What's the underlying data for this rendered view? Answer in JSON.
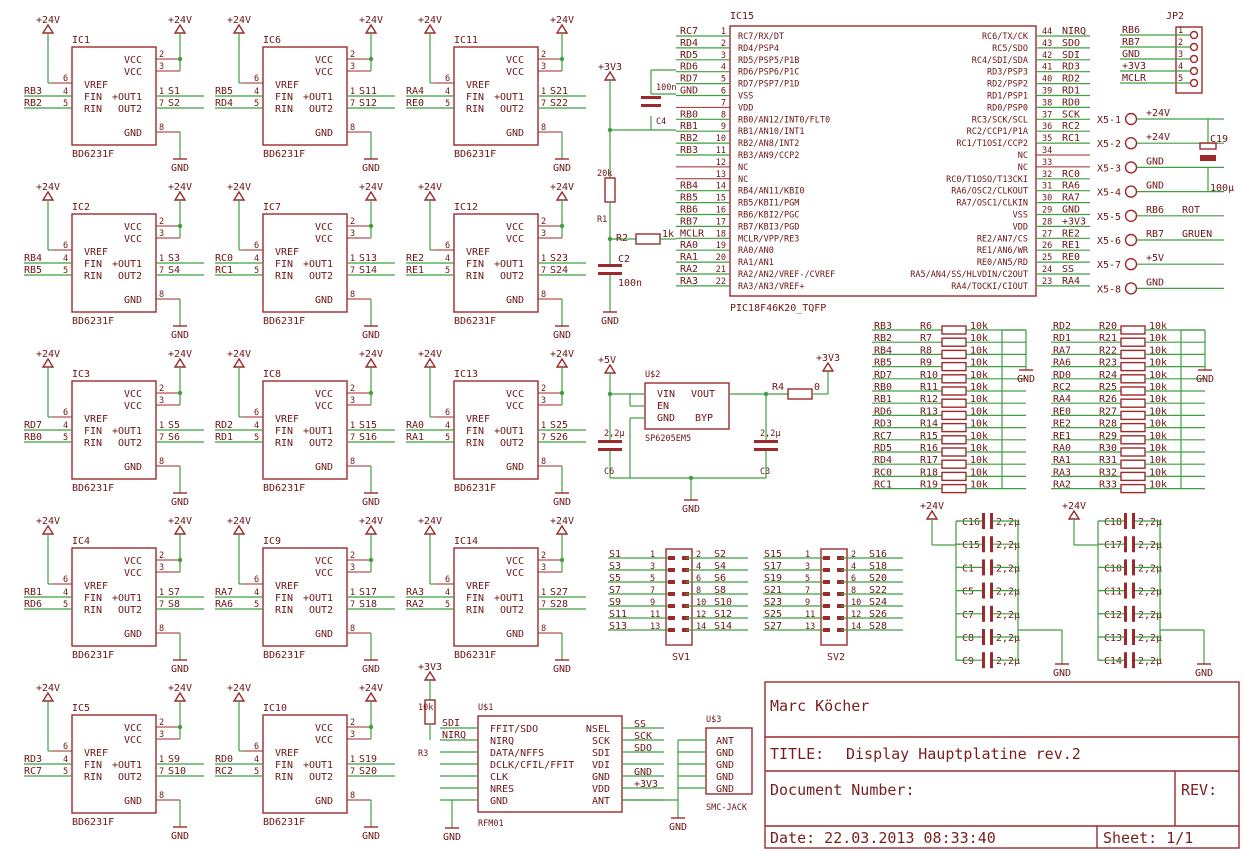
{
  "supply": {
    "p24": "+24V",
    "p3v3": "+3V3",
    "p5": "+5V",
    "gnd": "GND"
  },
  "driver": {
    "part": "BD6231F",
    "pins": {
      "vcc": "VCC",
      "vref": "VREF",
      "fin": "FIN",
      "rin": "RIN",
      "out1": "OUT1",
      "out2": "OUT2",
      "gnd": "GND"
    },
    "pin_numbers": {
      "vcc1": "2",
      "vcc2": "3",
      "vref": "6",
      "fin": "4",
      "rin": "5",
      "out1": "1",
      "out2": "7",
      "gnd": "8"
    },
    "ics": [
      {
        "name": "IC1",
        "in1": "RB3",
        "in2": "RB2",
        "o1": "S1",
        "o2": "S2"
      },
      {
        "name": "IC6",
        "in1": "RB5",
        "in2": "RD4",
        "o1": "S11",
        "o2": "S12"
      },
      {
        "name": "IC11",
        "in1": "RA4",
        "in2": "RE0",
        "o1": "S21",
        "o2": "S22"
      },
      {
        "name": "IC2",
        "in1": "RB4",
        "in2": "RB5",
        "o1": "S3",
        "o2": "S4"
      },
      {
        "name": "IC7",
        "in1": "RC0",
        "in2": "RC1",
        "o1": "S13",
        "o2": "S14"
      },
      {
        "name": "IC12",
        "in1": "RE2",
        "in2": "RE1",
        "o1": "S23",
        "o2": "S24"
      },
      {
        "name": "IC3",
        "in1": "RD7",
        "in2": "RB0",
        "o1": "S5",
        "o2": "S6"
      },
      {
        "name": "IC8",
        "in1": "RD2",
        "in2": "RD1",
        "o1": "S15",
        "o2": "S16"
      },
      {
        "name": "IC13",
        "in1": "RA0",
        "in2": "RA1",
        "o1": "S25",
        "o2": "S26"
      },
      {
        "name": "IC4",
        "in1": "RB1",
        "in2": "RD6",
        "o1": "S7",
        "o2": "S8"
      },
      {
        "name": "IC9",
        "in1": "RA7",
        "in2": "RA6",
        "o1": "S17",
        "o2": "S18"
      },
      {
        "name": "IC14",
        "in1": "RA3",
        "in2": "RA2",
        "o1": "S27",
        "o2": "S28"
      },
      {
        "name": "IC5",
        "in1": "RD3",
        "in2": "RC7",
        "o1": "S9",
        "o2": "S10"
      },
      {
        "name": "IC10",
        "in1": "RD0",
        "in2": "RC2",
        "o1": "S19",
        "o2": "S20"
      }
    ]
  },
  "mcu": {
    "name": "IC15",
    "part": "PIC18F46K20_TQFP",
    "left": [
      {
        "net": "RC7",
        "num": "1",
        "pin": "RC7/RX/DT"
      },
      {
        "net": "RD4",
        "num": "2",
        "pin": "RD4/PSP4"
      },
      {
        "net": "RD5",
        "num": "3",
        "pin": "RD5/PSP5/P1B"
      },
      {
        "net": "RD6",
        "num": "4",
        "pin": "RD6/PSP6/P1C"
      },
      {
        "net": "RD7",
        "num": "5",
        "pin": "RD7/PSP7/P1D"
      },
      {
        "net": "GND",
        "num": "6",
        "pin": "VSS"
      },
      {
        "net": "",
        "num": "7",
        "pin": "VDD"
      },
      {
        "net": "RB0",
        "num": "8",
        "pin": "RB0/AN12/INT0/FLT0"
      },
      {
        "net": "RB1",
        "num": "9",
        "pin": "RB1/AN10/INT1"
      },
      {
        "net": "RB2",
        "num": "10",
        "pin": "RB2/AN8/INT2"
      },
      {
        "net": "RB3",
        "num": "11",
        "pin": "RB3/AN9/CCP2"
      },
      {
        "net": "",
        "num": "12",
        "pin": "NC"
      },
      {
        "net": "",
        "num": "13",
        "pin": "NC"
      },
      {
        "net": "RB4",
        "num": "14",
        "pin": "RB4/AN11/KBI0"
      },
      {
        "net": "RB5",
        "num": "15",
        "pin": "RB5/KBI1/PGM"
      },
      {
        "net": "RB6",
        "num": "16",
        "pin": "RB6/KBI2/PGC"
      },
      {
        "net": "RB7",
        "num": "17",
        "pin": "RB7/KBI3/PGD"
      },
      {
        "net": "MCLR",
        "num": "18",
        "pin": "MCLR/VPP/RE3"
      },
      {
        "net": "RA0",
        "num": "19",
        "pin": "RA0/AN0"
      },
      {
        "net": "RA1",
        "num": "20",
        "pin": "RA1/AN1"
      },
      {
        "net": "RA2",
        "num": "21",
        "pin": "RA2/AN2/VREF-/CVREF"
      },
      {
        "net": "RA3",
        "num": "22",
        "pin": "RA3/AN3/VREF+"
      }
    ],
    "right": [
      {
        "net": "NIRQ",
        "num": "44",
        "pin": "RC6/TX/CK"
      },
      {
        "net": "SDO",
        "num": "43",
        "pin": "RC5/SDO"
      },
      {
        "net": "SDI",
        "num": "42",
        "pin": "RC4/SDI/SDA"
      },
      {
        "net": "RD3",
        "num": "41",
        "pin": "RD3/PSP3"
      },
      {
        "net": "RD2",
        "num": "40",
        "pin": "RD2/PSP2"
      },
      {
        "net": "RD1",
        "num": "39",
        "pin": "RD1/PSP1"
      },
      {
        "net": "RD0",
        "num": "38",
        "pin": "RD0/PSP0"
      },
      {
        "net": "SCK",
        "num": "37",
        "pin": "RC3/SCK/SCL"
      },
      {
        "net": "RC2",
        "num": "36",
        "pin": "RC2/CCP1/P1A"
      },
      {
        "net": "RC1",
        "num": "35",
        "pin": "RC1/T1OSI/CCP2"
      },
      {
        "net": "",
        "num": "34",
        "pin": "NC"
      },
      {
        "net": "",
        "num": "33",
        "pin": "NC"
      },
      {
        "net": "RC0",
        "num": "32",
        "pin": "RC0/T1OSO/T13CKI"
      },
      {
        "net": "RA6",
        "num": "31",
        "pin": "RA6/OSC2/CLKOUT"
      },
      {
        "net": "RA7",
        "num": "30",
        "pin": "RA7/OSC1/CLKIN"
      },
      {
        "net": "GND",
        "num": "29",
        "pin": "VSS"
      },
      {
        "net": "+3V3",
        "num": "28",
        "pin": "VDD"
      },
      {
        "net": "RE2",
        "num": "27",
        "pin": "RE2/AN7/CS"
      },
      {
        "net": "RE1",
        "num": "26",
        "pin": "RE1/AN6/WR"
      },
      {
        "net": "RE0",
        "num": "25",
        "pin": "RE0/AN5/RD"
      },
      {
        "net": "SS",
        "num": "24",
        "pin": "RA5/AN4/SS/HLVDIN/C2OUT"
      },
      {
        "net": "RA4",
        "num": "23",
        "pin": "RA4/TOCKI/CIOUT"
      }
    ]
  },
  "jp2": {
    "name": "JP2",
    "nets": [
      "RB6",
      "RB7",
      "GND",
      "+3V3",
      "MCLR"
    ],
    "nums": [
      "1",
      "2",
      "3",
      "4",
      "5"
    ]
  },
  "x5": [
    {
      "pin": "X5-1",
      "net": "+24V",
      "note": ""
    },
    {
      "pin": "X5-2",
      "net": "+24V",
      "note": ""
    },
    {
      "pin": "X5-3",
      "net": "GND",
      "note": ""
    },
    {
      "pin": "X5-4",
      "net": "GND",
      "note": ""
    },
    {
      "pin": "X5-5",
      "net": "RB6",
      "note": "ROT"
    },
    {
      "pin": "X5-6",
      "net": "RB7",
      "note": "GRUEN"
    },
    {
      "pin": "X5-7",
      "net": "+5V",
      "note": ""
    },
    {
      "pin": "X5-8",
      "net": "GND",
      "note": ""
    }
  ],
  "c19": {
    "name": "C19",
    "value": "100µ"
  },
  "reset": {
    "r1": "R1",
    "r1v": "20k",
    "r2": "R2",
    "r2v": "1k",
    "c2": "C2",
    "c2v": "100n",
    "c4": "C4",
    "c4v": "100n"
  },
  "regulator": {
    "name": "U$2",
    "part": "SP6205EM5",
    "vin": "VIN",
    "vout": "VOUT",
    "en": "EN",
    "gnd": "GND",
    "byp": "BYP",
    "r4": "R4",
    "r4v": "0",
    "c6": "C6",
    "c6v": "2,2µ",
    "c3": "C3",
    "c3v": "2,2µ"
  },
  "pullups_left": [
    {
      "net": "RB3",
      "r": "R6"
    },
    {
      "net": "RB2",
      "r": "R7"
    },
    {
      "net": "RB4",
      "r": "R8"
    },
    {
      "net": "RB5",
      "r": "R9"
    },
    {
      "net": "RD7",
      "r": "R10"
    },
    {
      "net": "RB0",
      "r": "R11"
    },
    {
      "net": "RB1",
      "r": "R12"
    },
    {
      "net": "RD6",
      "r": "R13"
    },
    {
      "net": "RD3",
      "r": "R14"
    },
    {
      "net": "RC7",
      "r": "R15"
    },
    {
      "net": "RD5",
      "r": "R16"
    },
    {
      "net": "RD4",
      "r": "R17"
    },
    {
      "net": "RC0",
      "r": "R18"
    },
    {
      "net": "RC1",
      "r": "R19"
    }
  ],
  "pullups_right": [
    {
      "net": "RD2",
      "r": "R20"
    },
    {
      "net": "RD1",
      "r": "R21"
    },
    {
      "net": "RA7",
      "r": "R22"
    },
    {
      "net": "RA6",
      "r": "R23"
    },
    {
      "net": "RD0",
      "r": "R24"
    },
    {
      "net": "RC2",
      "r": "R25"
    },
    {
      "net": "RA4",
      "r": "R26"
    },
    {
      "net": "RE0",
      "r": "R27"
    },
    {
      "net": "RE2",
      "r": "R28"
    },
    {
      "net": "RE1",
      "r": "R29"
    },
    {
      "net": "RA0",
      "r": "R30"
    },
    {
      "net": "RA1",
      "r": "R31"
    },
    {
      "net": "RA3",
      "r": "R32"
    },
    {
      "net": "RA2",
      "r": "R33"
    }
  ],
  "res_value": "10k",
  "caps_left": [
    "C16",
    "C15",
    "C1",
    "C5",
    "C7",
    "C8",
    "C9"
  ],
  "caps_right": [
    "C18",
    "C17",
    "C10",
    "C11",
    "C12",
    "C13",
    "C14"
  ],
  "cap_value": "2,2µ",
  "sv1": {
    "name": "SV1",
    "left": [
      "S1",
      "S3",
      "S5",
      "S7",
      "S9",
      "S11",
      "S13"
    ],
    "right": [
      "S2",
      "S4",
      "S6",
      "S8",
      "S10",
      "S12",
      "S14"
    ],
    "lnum": [
      "1",
      "3",
      "5",
      "7",
      "9",
      "11",
      "13"
    ],
    "rnum": [
      "2",
      "4",
      "6",
      "8",
      "10",
      "12",
      "14"
    ]
  },
  "sv2": {
    "name": "SV2",
    "left": [
      "S15",
      "S17",
      "S19",
      "S21",
      "S23",
      "S25",
      "S27"
    ],
    "right": [
      "S16",
      "S18",
      "S20",
      "S22",
      "S24",
      "S26",
      "S28"
    ],
    "lnum": [
      "1",
      "3",
      "5",
      "7",
      "9",
      "11",
      "13"
    ],
    "rnum": [
      "2",
      "4",
      "6",
      "8",
      "10",
      "12",
      "14"
    ]
  },
  "rfm": {
    "name": "U$1",
    "part": "RFM01",
    "left": [
      "FFIT/SDO",
      "NIRQ",
      "DATA/NFFS",
      "DCLK/CFIL/FFIT",
      "CLK",
      "NRES",
      "GND"
    ],
    "right": [
      "NSEL",
      "SCK",
      "SDI",
      "VDI",
      "GND",
      "VDD",
      "ANT"
    ],
    "left_nets": [
      "SDI",
      "NIRQ"
    ],
    "right_nets": [
      "SS",
      "SCK",
      "SDO",
      "",
      "GND",
      "+3V3",
      ""
    ],
    "r3": "R3",
    "r3v": "10k"
  },
  "sma": {
    "name": "U$3",
    "part": "SMC-JACK",
    "pins": [
      "ANT",
      "GND",
      "GND",
      "GND",
      "GND"
    ]
  },
  "titleblock": {
    "author": "Marc Köcher",
    "title_label": "TITLE:",
    "title": "Display Hauptplatine rev.2",
    "docnum": "Document Number:",
    "rev": "REV:",
    "date": "Date: 22.03.2013 08:33:40",
    "sheet": "Sheet: 1/1"
  }
}
